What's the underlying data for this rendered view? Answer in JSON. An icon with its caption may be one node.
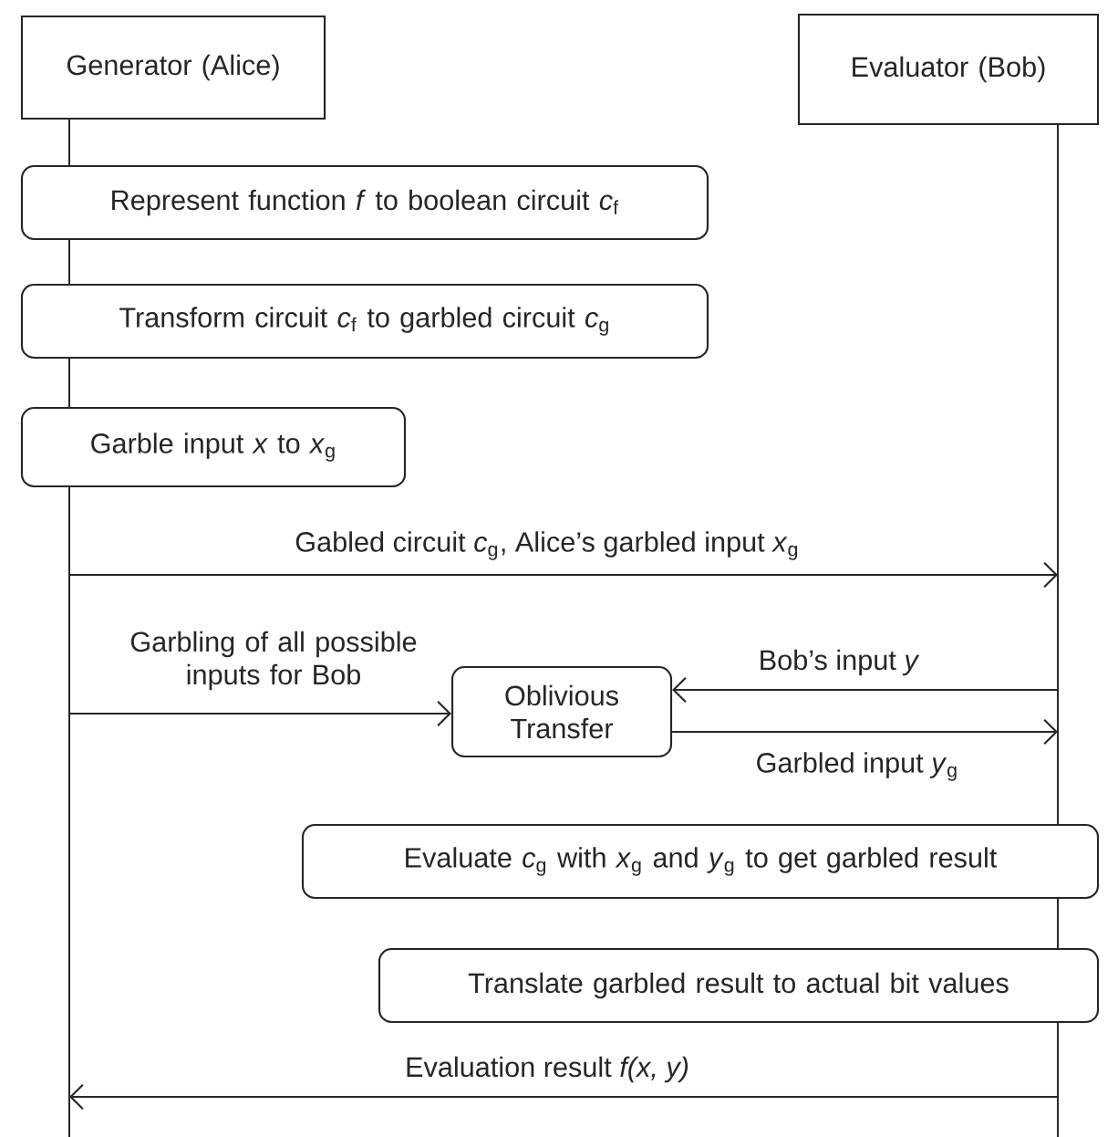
{
  "diagram": {
    "nodes": [
      {
        "text": [
          "Generator (Alice)"
        ]
      },
      {
        "text": [
          "Evaluator (Bob)"
        ]
      },
      {
        "text": [],
        "shape": "bar"
      },
      {
        "text": [],
        "shape": "bar"
      },
      {
        "text": [
          "Represent function *f* to boolean circuit *c*$_{f}$"
        ]
      },
      {
        "text": [
          "Transform circuit *c*$_{f}$ to garbled circuit *c*$_{g}$"
        ]
      },
      {
        "text": [
          "Garble input *x* to *x*$_{g}$"
        ]
      },
      {
        "text": [
          "Oblivious Transfer"
        ]
      },
      {
        "text": [
          "Evaluate *c*$_{g}$ with *x*$_{g}$ and *y*$_{g}$ to get garbled result"
        ]
      },
      {
        "text": [
          "Translate garbled result to actual bit values"
        ]
      }
    ],
    "edges": [
      {
        "from": 2,
        "to": 3,
        "arrow": "to",
        "label": "Gabled circuit *c*$_{g}$, Alice’s garbled input *x*$_{g}$"
      },
      {
        "from": 2,
        "to": 7,
        "arrow": "to",
        "label": "Garbling of all possible inputs for Bob"
      },
      {
        "from": 3,
        "to": 7,
        "arrow": "to",
        "label": "Bob’s input *y*"
      },
      {
        "from": 7,
        "to": 3,
        "arrow": "to",
        "label": "Garbled input *y*$_{g}$"
      },
      {
        "from": 3,
        "to": 2,
        "arrow": "to",
        "label": "Evaluation result *f(x, y)*"
      }
    ]
  }
}
